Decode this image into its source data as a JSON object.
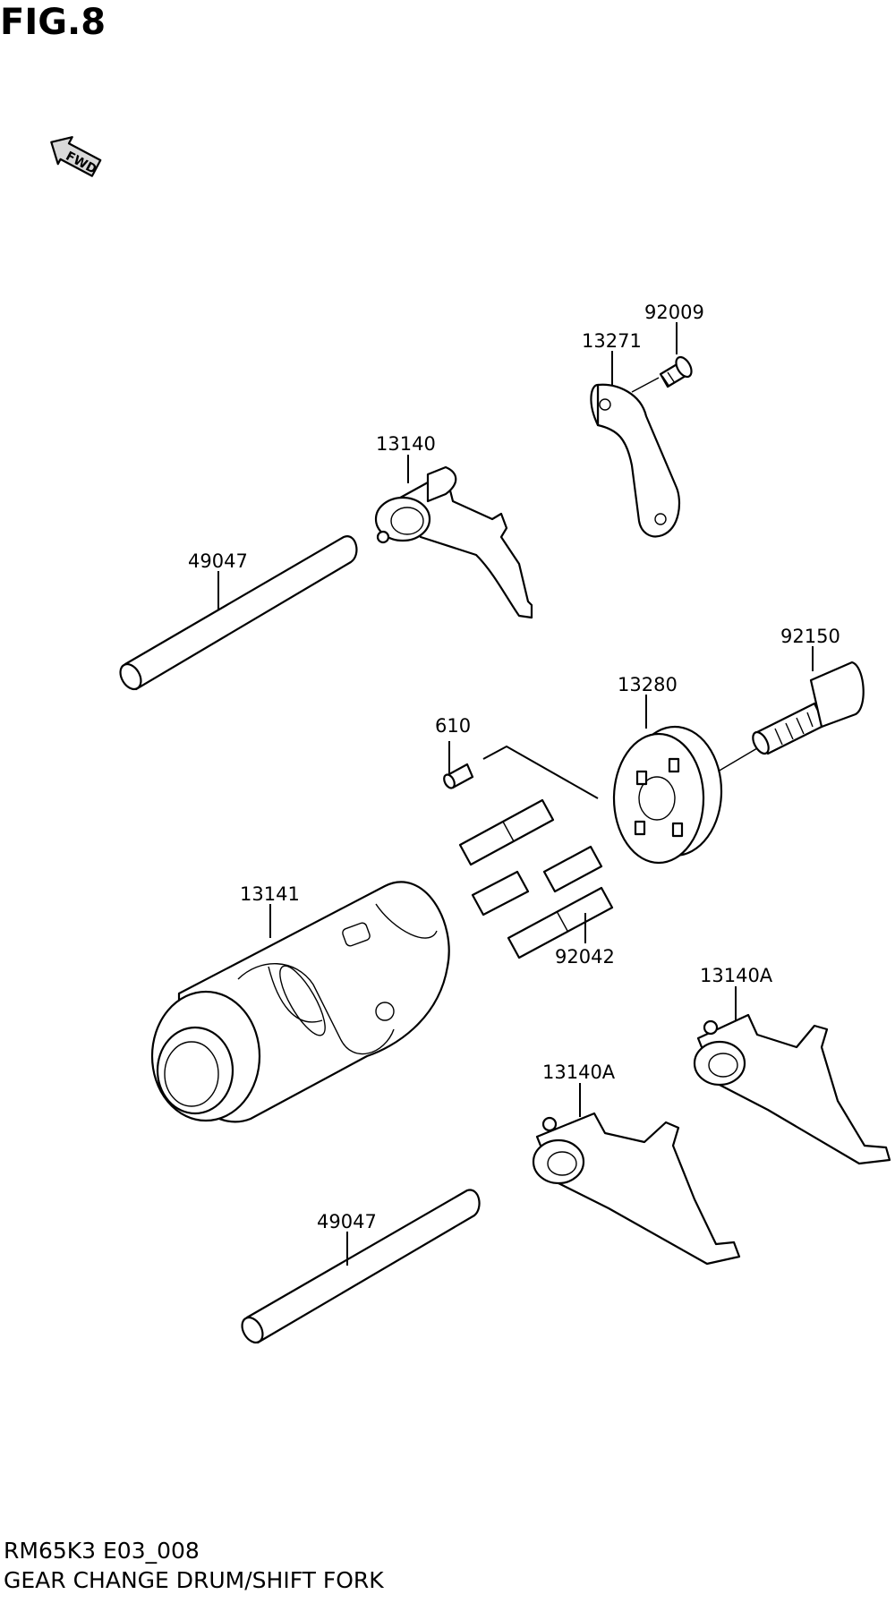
{
  "figure": {
    "title": "FIG.8",
    "fwd_badge": "FWD"
  },
  "callouts": [
    {
      "id": "92009",
      "label": "92009"
    },
    {
      "id": "13271",
      "label": "13271"
    },
    {
      "id": "13140",
      "label": "13140"
    },
    {
      "id": "49047-upper",
      "label": "49047"
    },
    {
      "id": "92150",
      "label": "92150"
    },
    {
      "id": "13280",
      "label": "13280"
    },
    {
      "id": "610",
      "label": "610"
    },
    {
      "id": "13141",
      "label": "13141"
    },
    {
      "id": "92042",
      "label": "92042"
    },
    {
      "id": "13140A-right",
      "label": "13140A"
    },
    {
      "id": "13140A-left",
      "label": "13140A"
    },
    {
      "id": "49047-lower",
      "label": "49047"
    }
  ],
  "footer": {
    "code": "RM65K3 E03_008",
    "title": "GEAR CHANGE DRUM/SHIFT FORK"
  }
}
